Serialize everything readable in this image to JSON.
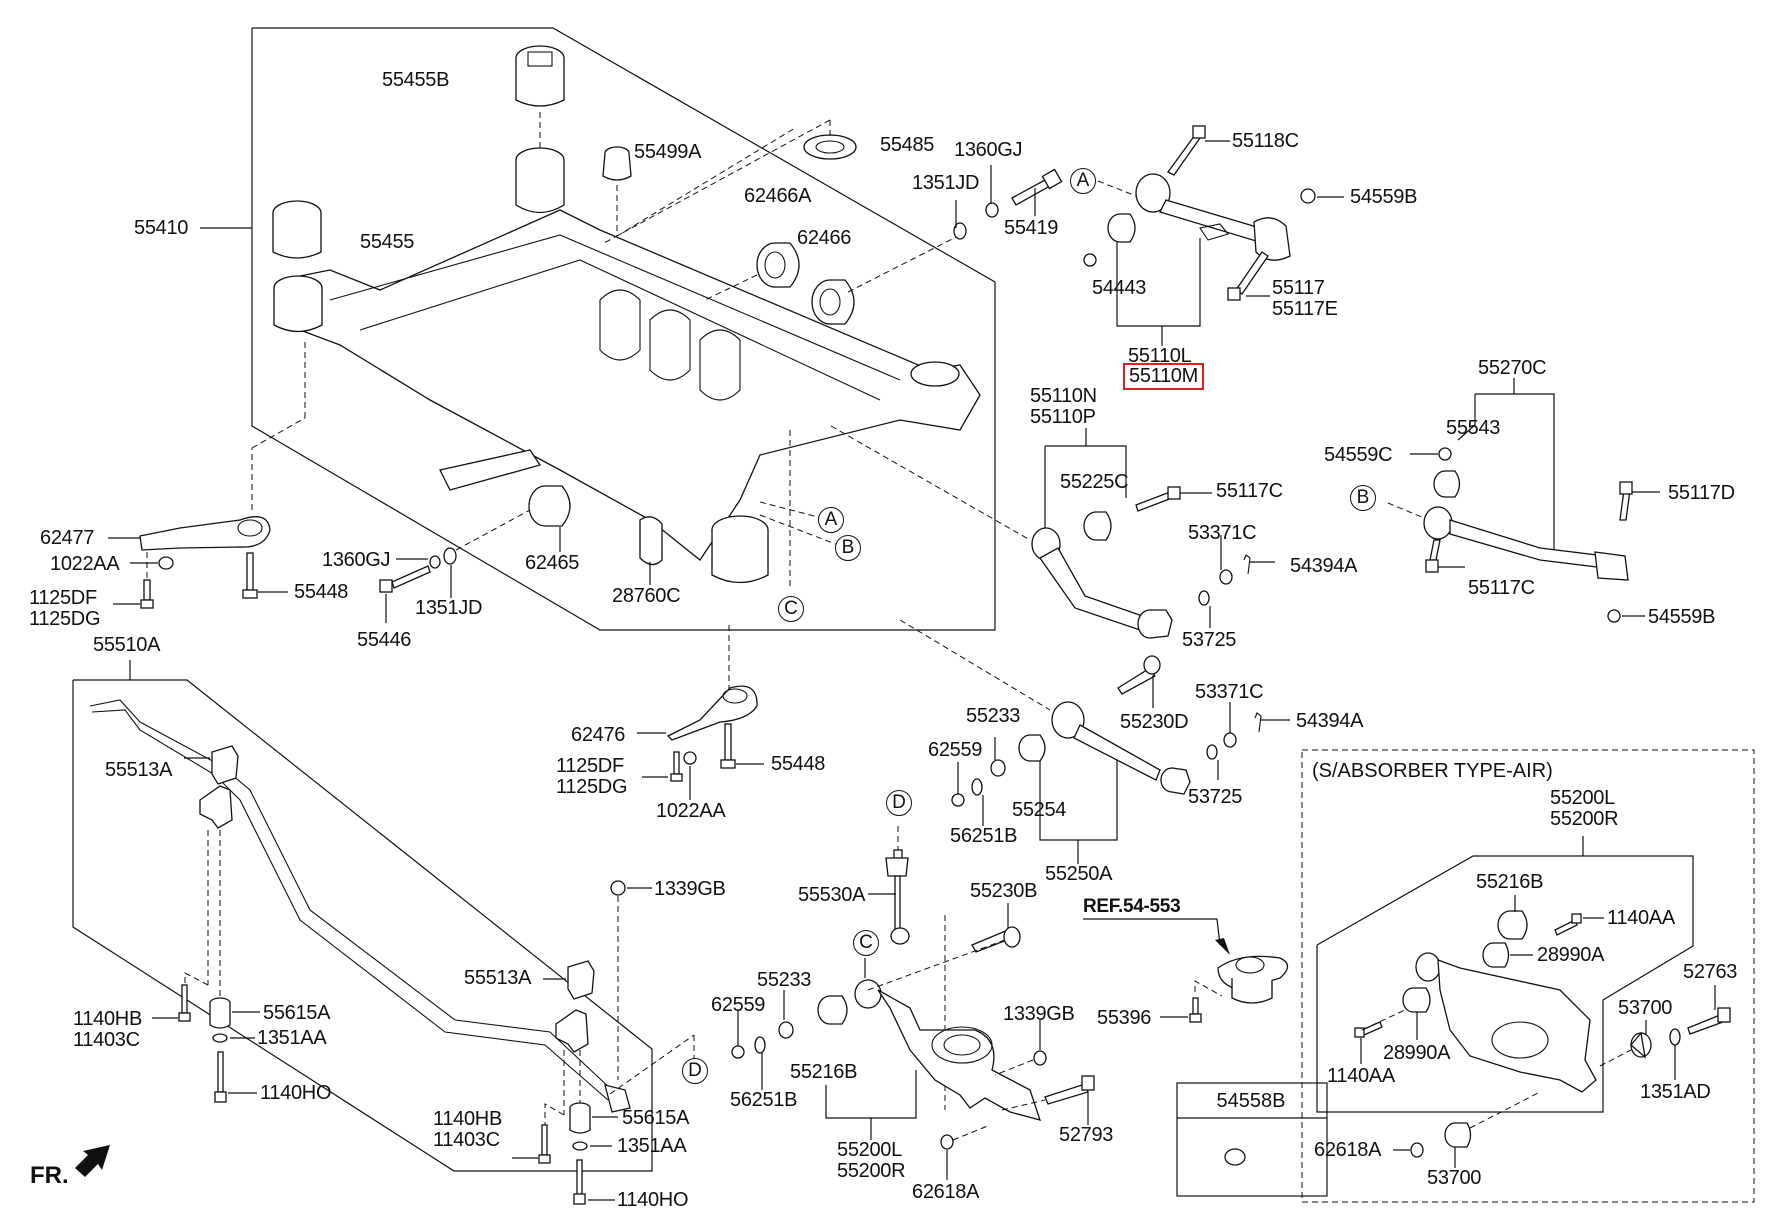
{
  "diagram": {
    "title": "Rear Suspension Crossmember / Control Arms / Stabilizer Bar",
    "highlight_color": "#e0201c",
    "callouts": {
      "A": "A",
      "B": "B",
      "C": "C",
      "D": "D"
    },
    "direction_label": "FR.",
    "reference_label": "REF.54-553",
    "air_type_note": "(S/ABSORBER TYPE-AIR)",
    "parts": {
      "p55455B": "55455B",
      "p55499A": "55499A",
      "p55485": "55485",
      "p1360GJ_top": "1360GJ",
      "p1351JD_top": "1351JD",
      "p55419": "55419",
      "p55118C": "55118C",
      "p54559B_top": "54559B",
      "p55410": "55410",
      "p55455": "55455",
      "p62466A": "62466A",
      "p62466": "62466",
      "p54443": "54443",
      "p55117": "55117",
      "p55117E": "55117E",
      "p55110L": "55110L",
      "p55110M": "55110M",
      "p55110N": "55110N",
      "p55110P": "55110P",
      "p55270C": "55270C",
      "p55543": "55543",
      "p54559C": "54559C",
      "p55225C": "55225C",
      "p55117C_mid": "55117C",
      "p55117D": "55117D",
      "p53371C_top": "53371C",
      "p54394A_top": "54394A",
      "p55117C_right": "55117C",
      "p54559B_right": "54559B",
      "p53725_top": "53725",
      "p62477": "62477",
      "p1022AA_left": "1022AA",
      "p1125DF_left": "1125DF",
      "p1125DG_left": "1125DG",
      "p55448_left": "55448",
      "p1360GJ_mid": "1360GJ",
      "p1351JD_mid": "1351JD",
      "p55446": "55446",
      "p62465": "62465",
      "p28760C": "28760C",
      "p55510A": "55510A",
      "p62476": "62476",
      "p1125DF_mid": "1125DF",
      "p1125DG_mid": "1125DG",
      "p1022AA_mid": "1022AA",
      "p55448_mid": "55448",
      "p55233_top": "55233",
      "p62559_top": "62559",
      "p56251B_top": "56251B",
      "p55254": "55254",
      "p55250A": "55250A",
      "p55230D": "55230D",
      "p53371C_mid": "53371C",
      "p54394A_mid": "54394A",
      "p53725_mid": "53725",
      "p55513A_left": "55513A",
      "p55513A_right": "55513A",
      "p1339GB_left": "1339GB",
      "p55530A": "55530A",
      "p55230B": "55230B",
      "p55233_bot": "55233",
      "p62559_bot": "62559",
      "p56251B_bot": "56251B",
      "p55216B_bot": "55216B",
      "p1339GB_mid": "1339GB",
      "p52793": "52793",
      "p55200L_bot": "55200L",
      "p55200R_bot": "55200R",
      "p62618A_bot": "62618A",
      "p55396": "55396",
      "p54558B": "54558B",
      "p1140HB_left": "1140HB",
      "p11403C_left": "11403C",
      "p55615A_left": "55615A",
      "p1351AA_left": "1351AA",
      "p1140HO_left": "1140HO",
      "p1140HB_right": "1140HB",
      "p11403C_right": "11403C",
      "p55615A_right": "55615A",
      "p1351AA_right": "1351AA",
      "p1140HO_right": "1140HO",
      "air_55200L": "55200L",
      "air_55200R": "55200R",
      "air_55216B": "55216B",
      "air_1140AA_top": "1140AA",
      "air_28990A_top": "28990A",
      "air_52763": "52763",
      "air_53700_top": "53700",
      "air_28990A_bot": "28990A",
      "air_1140AA_bot": "1140AA",
      "air_1351AD": "1351AD",
      "air_62618A": "62618A",
      "air_53700_bot": "53700"
    }
  }
}
